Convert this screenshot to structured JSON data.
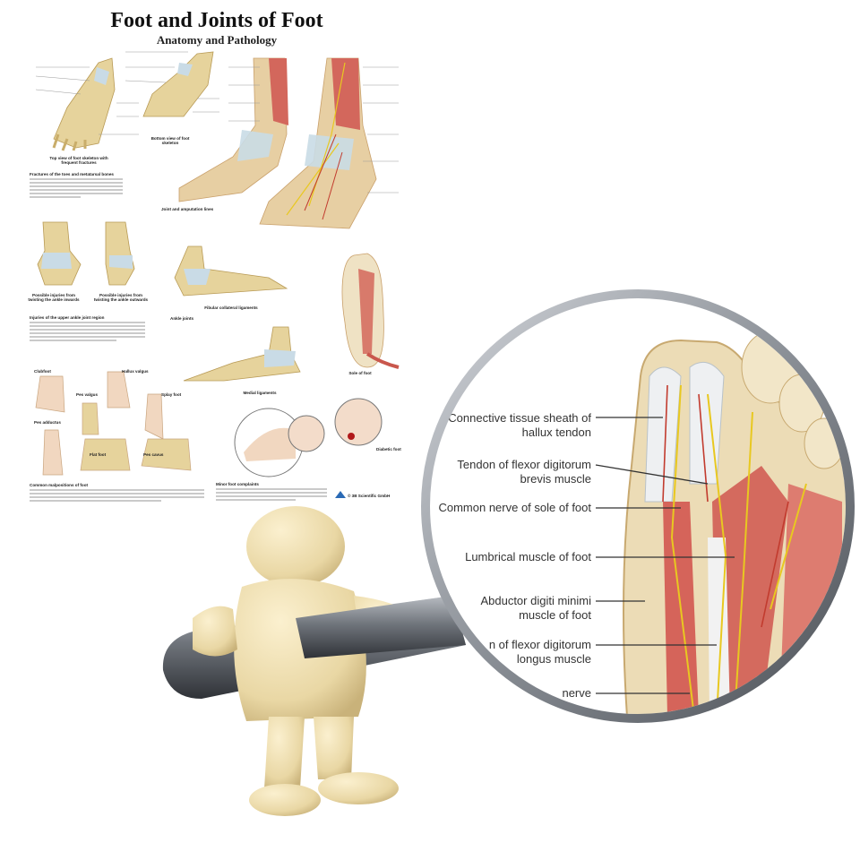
{
  "poster": {
    "title": "Foot and Joints of Foot",
    "subtitle": "Anatomy and Pathology",
    "captions": {
      "top_view": "Top view of foot skeleton with frequent fractures",
      "bottom_view": "Bottom view of foot skeleton",
      "fractures": "Fractures of the toes and metatarsal bones",
      "joint_lines": "Joint and amputation lines",
      "inwards": "Possible injuries from twisting the ankle inwards",
      "outwards": "Possible injuries from twisting the ankle outwards",
      "fibular": "Fibular collateral ligaments",
      "upper_ankle": "Injuries of the upper ankle joint region",
      "ankle_joints": "Ankle joints",
      "medial": "Medial ligaments",
      "sole": "Sole of foot",
      "clubfoot": "Clubfoot",
      "hallux_valgus": "Hallux valgus",
      "pes_valgus": "Pes valgus",
      "splay_foot": "Splay foot",
      "pes_adductus": "Pes adductus",
      "flat_foot": "Flat foot",
      "pes_cavus": "Pes cavus",
      "malpositions": "Common malpositions of foot",
      "minor": "Minor foot complaints",
      "diabetic": "Diabetic foot"
    },
    "publisher": "© 3B Scientific GmbH"
  },
  "magnifier": {
    "labels": [
      {
        "line1": "Connective tissue sheath of",
        "line2": "hallux tendon"
      },
      {
        "line1": "Tendon of flexor digitorum",
        "line2": "brevis muscle"
      },
      {
        "line1": "Common nerve of sole of foot",
        "line2": ""
      },
      {
        "line1": "Lumbrical muscle of foot",
        "line2": ""
      },
      {
        "line1": "Abductor digiti minimi",
        "line2": "muscle of foot"
      },
      {
        "line1": "n of flexor digitorum",
        "line2": "longus muscle"
      },
      {
        "line1": "nerve",
        "line2": ""
      }
    ]
  },
  "colors": {
    "bone": "#e3cf96",
    "muscle": "#d5645a",
    "nerve": "#e8c820",
    "ligament": "#c9dbe6",
    "lens_ring": "#8a8f96",
    "figure": "#efe0b4"
  }
}
